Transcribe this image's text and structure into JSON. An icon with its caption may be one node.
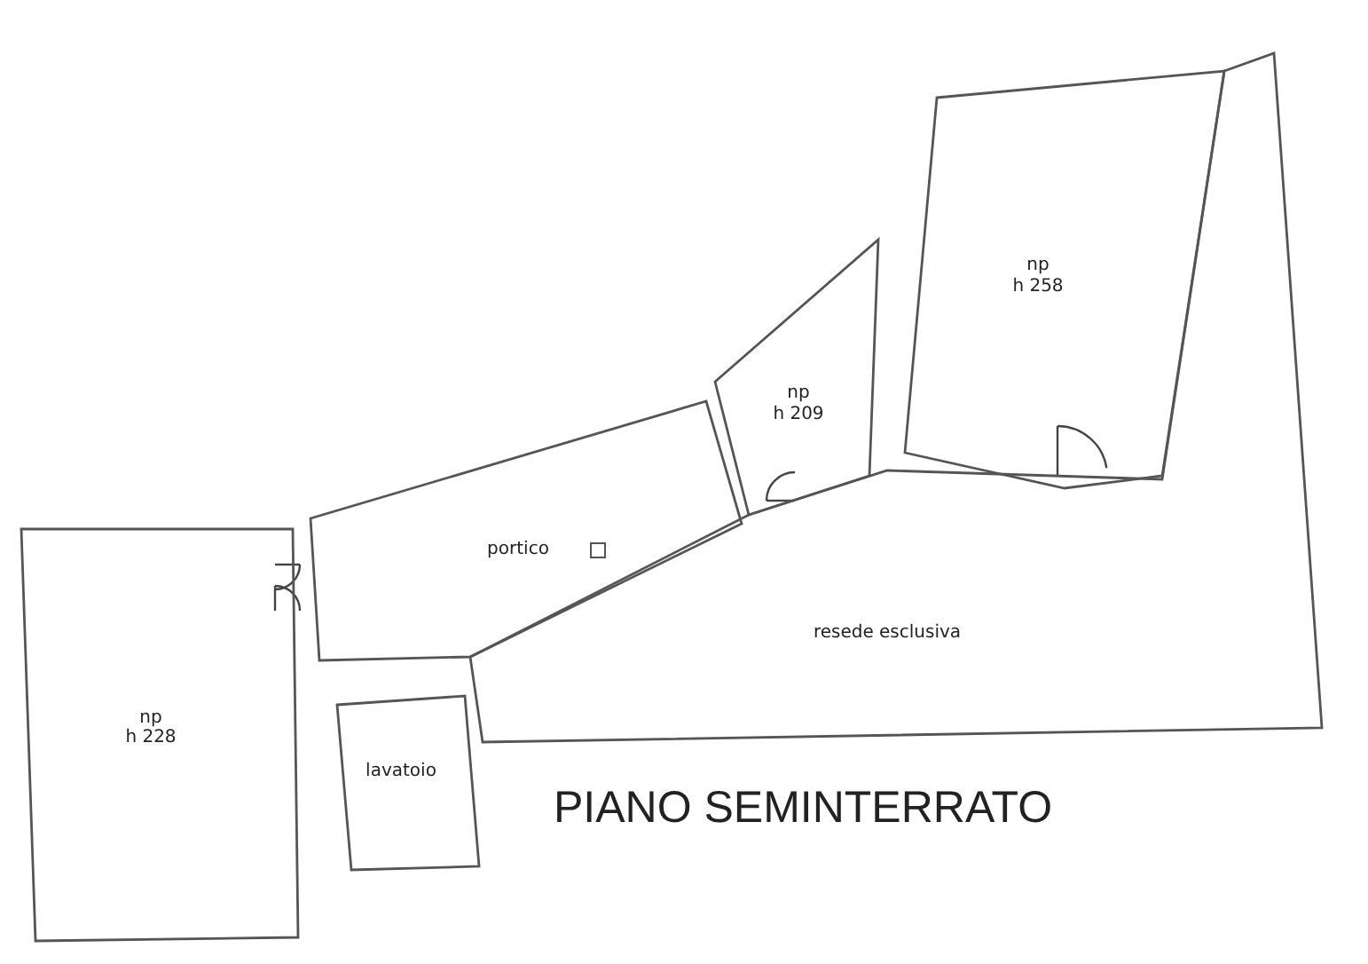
{
  "diagram": {
    "title": "PIANO SEMINTERRATO",
    "nodes": [
      {
        "text": [
          "np",
          "h 228"
        ]
      },
      {
        "text": [
          "lavatoio"
        ]
      },
      {
        "text": [
          "portico"
        ]
      },
      {
        "text": [
          "np",
          "h 209"
        ]
      },
      {
        "text": [
          "np",
          "h 258"
        ]
      },
      {
        "text": [
          "resede esclusiva"
        ]
      }
    ]
  }
}
